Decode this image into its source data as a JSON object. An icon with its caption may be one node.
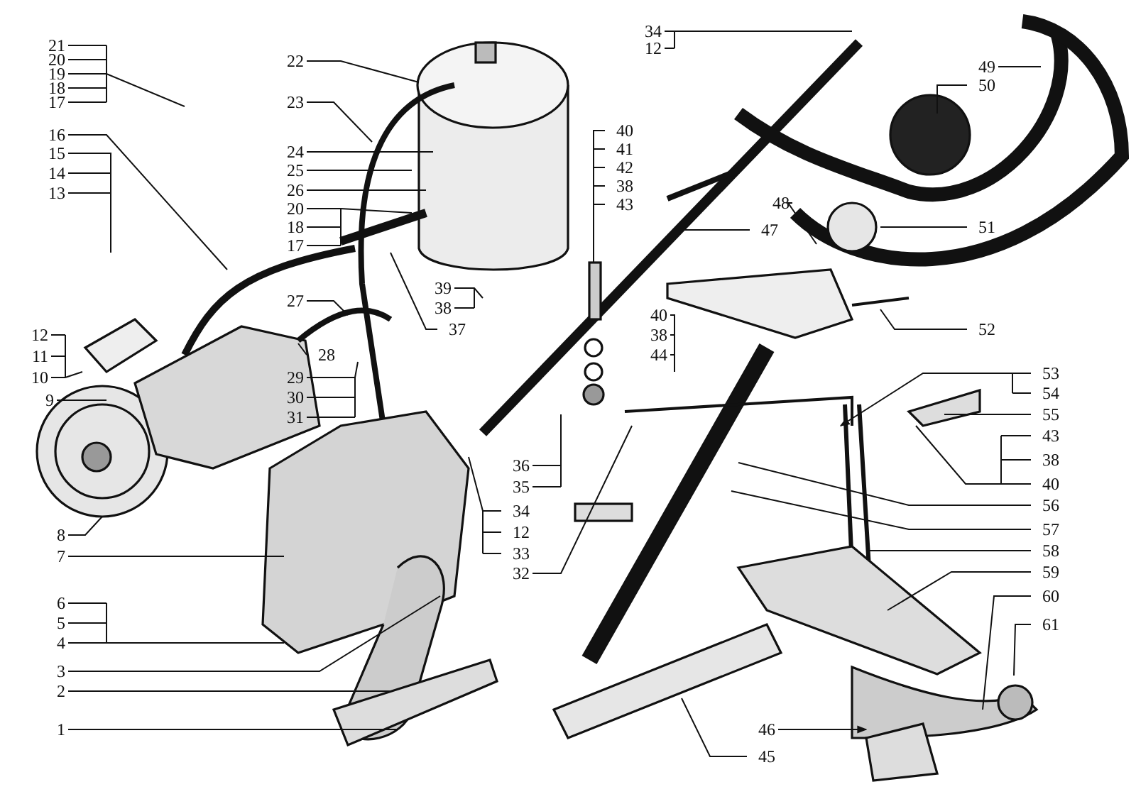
{
  "diagram": {
    "nodes": [
      {
        "text": [
          "21",
          "20",
          "19",
          "18",
          "17"
        ]
      },
      {
        "text": [
          "16"
        ]
      },
      {
        "text": [
          "15",
          "14",
          "13"
        ]
      },
      {
        "text": [
          "12",
          "11",
          "10"
        ]
      },
      {
        "text": [
          "9"
        ]
      },
      {
        "text": [
          "8"
        ]
      },
      {
        "text": [
          "7"
        ]
      },
      {
        "text": [
          "6",
          "5",
          "4"
        ]
      },
      {
        "text": [
          "3"
        ]
      },
      {
        "text": [
          "2"
        ]
      },
      {
        "text": [
          "1"
        ]
      },
      {
        "text": [
          "22"
        ]
      },
      {
        "text": [
          "23"
        ]
      },
      {
        "text": [
          "24"
        ]
      },
      {
        "text": [
          "25"
        ]
      },
      {
        "text": [
          "26"
        ]
      },
      {
        "text": [
          "20",
          "18",
          "17"
        ]
      },
      {
        "text": [
          "27"
        ]
      },
      {
        "text": [
          "28"
        ]
      },
      {
        "text": [
          "29",
          "30",
          "31"
        ]
      },
      {
        "text": [
          "36",
          "35"
        ]
      },
      {
        "text": [
          "34",
          "12",
          "33"
        ]
      },
      {
        "text": [
          "32"
        ]
      },
      {
        "text": [
          "39",
          "38"
        ]
      },
      {
        "text": [
          "37"
        ]
      },
      {
        "text": [
          "40",
          "41",
          "42",
          "38",
          "43"
        ]
      },
      {
        "text": [
          "40",
          "38",
          "44"
        ]
      },
      {
        "text": [
          "34",
          "12"
        ]
      },
      {
        "text": [
          "47"
        ]
      },
      {
        "text": [
          "48"
        ]
      },
      {
        "text": [
          "49"
        ]
      },
      {
        "text": [
          "50"
        ]
      },
      {
        "text": [
          "51"
        ]
      },
      {
        "text": [
          "52"
        ]
      },
      {
        "text": [
          "53",
          "54"
        ]
      },
      {
        "text": [
          "55"
        ]
      },
      {
        "text": [
          "43",
          "38",
          "40"
        ]
      },
      {
        "text": [
          "56"
        ]
      },
      {
        "text": [
          "57"
        ]
      },
      {
        "text": [
          "58"
        ]
      },
      {
        "text": [
          "59"
        ]
      },
      {
        "text": [
          "60"
        ]
      },
      {
        "text": [
          "61"
        ]
      },
      {
        "text": [
          "46"
        ]
      },
      {
        "text": [
          "45"
        ]
      }
    ],
    "edges": [
      {
        "from": 0,
        "to": null,
        "arrow": "none"
      },
      {
        "from": 1,
        "to": null,
        "arrow": "none"
      },
      {
        "from": 2,
        "to": null,
        "arrow": "none"
      },
      {
        "from": 3,
        "to": null,
        "arrow": "none"
      },
      {
        "from": 4,
        "to": null,
        "arrow": "none"
      },
      {
        "from": 5,
        "to": null,
        "arrow": "none"
      },
      {
        "from": 6,
        "to": null,
        "arrow": "none"
      },
      {
        "from": 7,
        "to": null,
        "arrow": "none"
      },
      {
        "from": 8,
        "to": null,
        "arrow": "none"
      },
      {
        "from": 9,
        "to": null,
        "arrow": "none"
      },
      {
        "from": 10,
        "to": null,
        "arrow": "none"
      },
      {
        "from": 11,
        "to": null,
        "arrow": "none"
      },
      {
        "from": 12,
        "to": null,
        "arrow": "none"
      },
      {
        "from": 13,
        "to": null,
        "arrow": "none"
      },
      {
        "from": 14,
        "to": null,
        "arrow": "none"
      },
      {
        "from": 15,
        "to": null,
        "arrow": "none"
      },
      {
        "from": 16,
        "to": null,
        "arrow": "none"
      },
      {
        "from": 17,
        "to": null,
        "arrow": "none"
      },
      {
        "from": 18,
        "to": null,
        "arrow": "none"
      },
      {
        "from": 19,
        "to": null,
        "arrow": "none"
      },
      {
        "from": 20,
        "to": null,
        "arrow": "none"
      },
      {
        "from": 21,
        "to": null,
        "arrow": "none"
      },
      {
        "from": 22,
        "to": null,
        "arrow": "none"
      },
      {
        "from": 23,
        "to": null,
        "arrow": "none"
      },
      {
        "from": 24,
        "to": null,
        "arrow": "none"
      },
      {
        "from": 25,
        "to": null,
        "arrow": "none"
      },
      {
        "from": 26,
        "to": null,
        "arrow": "none"
      },
      {
        "from": 27,
        "to": null,
        "arrow": "none"
      },
      {
        "from": 28,
        "to": null,
        "arrow": "none"
      },
      {
        "from": 29,
        "to": null,
        "arrow": "none"
      },
      {
        "from": 30,
        "to": null,
        "arrow": "none"
      },
      {
        "from": 31,
        "to": null,
        "arrow": "none"
      },
      {
        "from": 32,
        "to": null,
        "arrow": "none"
      },
      {
        "from": 33,
        "to": null,
        "arrow": "none"
      },
      {
        "from": 34,
        "to": null,
        "arrow": "to"
      },
      {
        "from": 35,
        "to": null,
        "arrow": "none"
      },
      {
        "from": 36,
        "to": null,
        "arrow": "none"
      },
      {
        "from": 37,
        "to": null,
        "arrow": "none"
      },
      {
        "from": 38,
        "to": null,
        "arrow": "none"
      },
      {
        "from": 39,
        "to": null,
        "arrow": "none"
      },
      {
        "from": 40,
        "to": null,
        "arrow": "none"
      },
      {
        "from": 41,
        "to": null,
        "arrow": "none"
      },
      {
        "from": 42,
        "to": null,
        "arrow": "none"
      },
      {
        "from": 43,
        "to": null,
        "arrow": "to"
      },
      {
        "from": 44,
        "to": null,
        "arrow": "none"
      }
    ]
  }
}
